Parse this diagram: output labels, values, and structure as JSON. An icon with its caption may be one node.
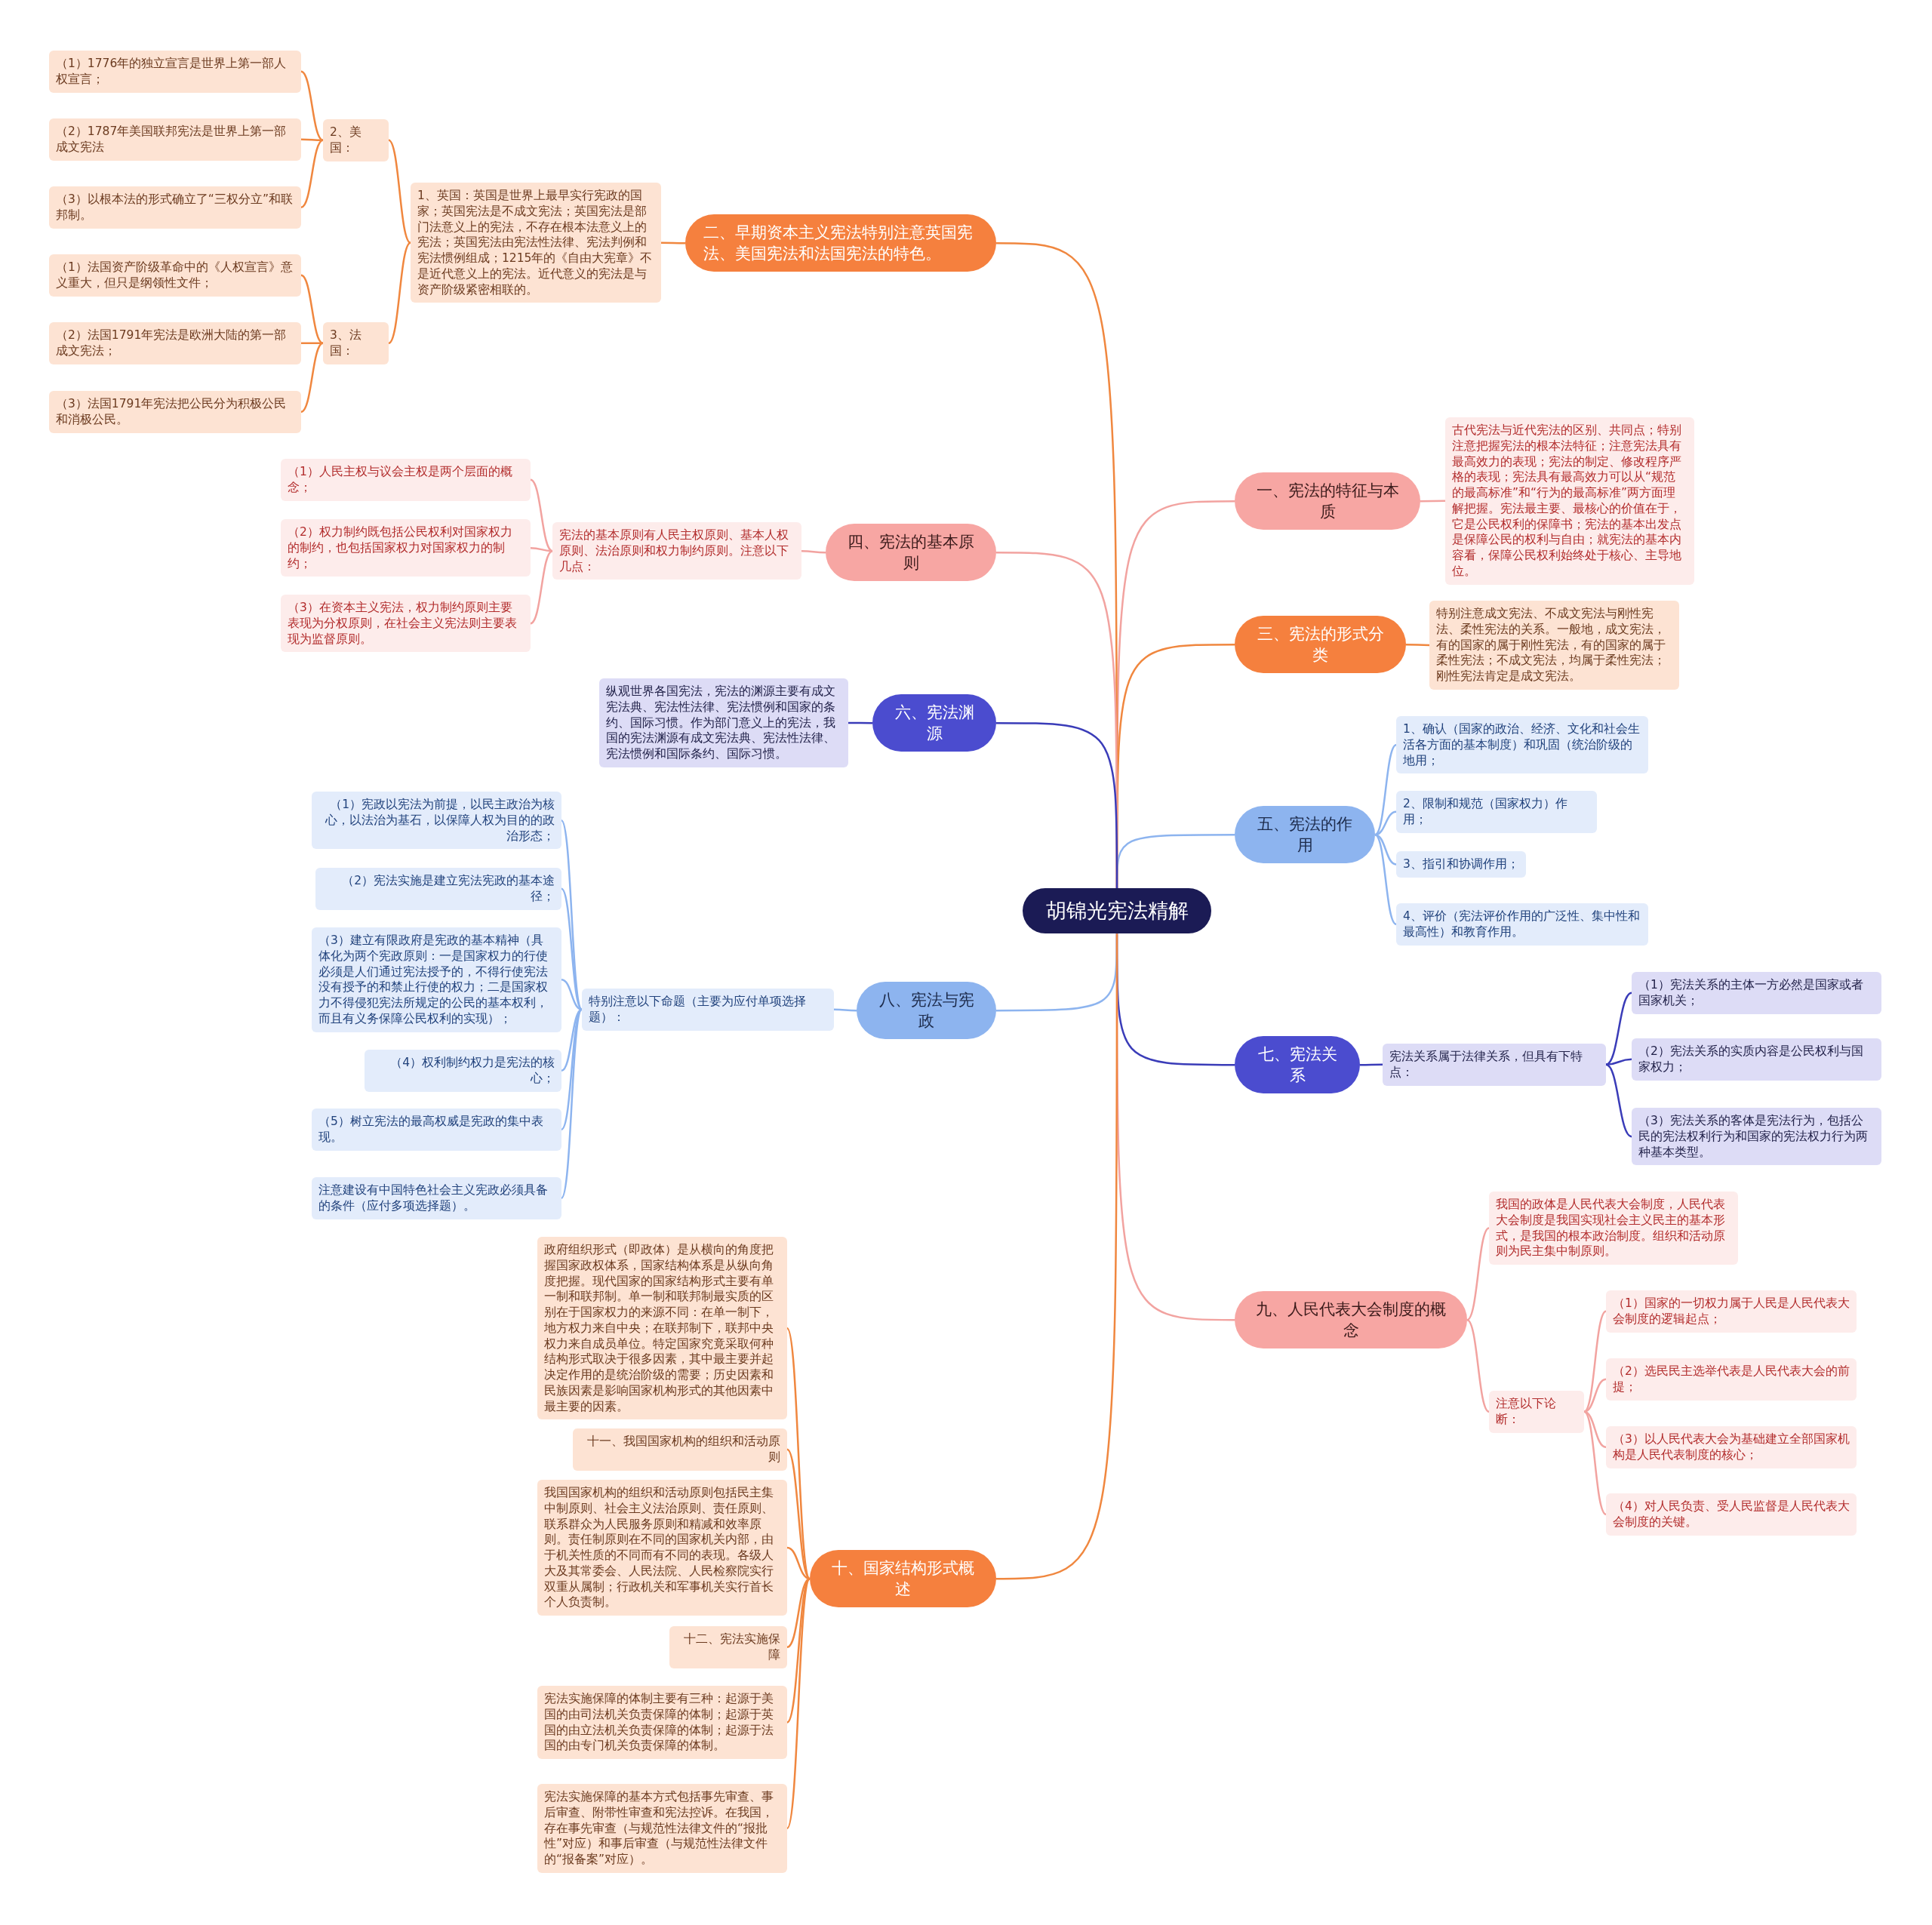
{
  "diagram": {
    "nodes": [
      {
        "text": [
          "胡锦光宪法精解"
        ]
      },
      {
        "text": [
          "一、宪法的特征与本质"
        ]
      },
      {
        "text": [
          "古代宪法与近代宪法的区别、共同点；特别注意把握宪法的根本法特征；注意宪法具有最高效力的表现；宪法的制定、修改程序严格的表现；宪法具有最高效力可以从“规范的最高标准”和“行为的最高标准”两方面理解把握。宪法最主要、最核心的价值在于，它是公民权利的保障书；宪法的基本出发点是保障公民的权利与自由；就宪法的基本内容看，保障公民权利始终处于核心、主导地位。"
        ]
      },
      {
        "text": [
          "三、宪法的形式分类"
        ]
      },
      {
        "text": [
          "特别注意成文宪法、不成文宪法与刚性宪法、柔性宪法的关系。一般地，成文宪法，有的国家的属于刚性宪法，有的国家的属于柔性宪法；不成文宪法，均属于柔性宪法；刚性宪法肯定是成文宪法。"
        ]
      },
      {
        "text": [
          "五、宪法的作用"
        ]
      },
      {
        "text": [
          "1、确认（国家的政治、经济、文化和社会生活各方面的基本制度）和巩固（统治阶级的地用；"
        ]
      },
      {
        "text": [
          "2、限制和规范（国家权力）作用；"
        ]
      },
      {
        "text": [
          "3、指引和协调作用；"
        ]
      },
      {
        "text": [
          "4、评价（宪法评价作用的广泛性、集中性和最高性）和教育作用。"
        ]
      },
      {
        "text": [
          "七、宪法关系"
        ]
      },
      {
        "text": [
          "宪法关系属于法律关系，但具有下特点："
        ]
      },
      {
        "text": [
          "（1）宪法关系的主体一方必然是国家或者国家机关；"
        ]
      },
      {
        "text": [
          "（2）宪法关系的实质内容是公民权利与国家权力；"
        ]
      },
      {
        "text": [
          "（3）宪法关系的客体是宪法行为，包括公民的宪法权利行为和国家的宪法权力行为两种基本类型。"
        ]
      },
      {
        "text": [
          "九、人民代表大会制度的概念"
        ]
      },
      {
        "text": [
          "我国的政体是人民代表大会制度，人民代表大会制度是我国实现社会主义民主的基本形式，是我国的根本政治制度。组织和活动原则为民主集中制原则。"
        ]
      },
      {
        "text": [
          "注意以下论断："
        ]
      },
      {
        "text": [
          "（1）国家的一切权力属于人民是人民代表大会制度的逻辑起点；"
        ]
      },
      {
        "text": [
          "（2）选民民主选举代表是人民代表大会的前提；"
        ]
      },
      {
        "text": [
          "（3）以人民代表大会为基础建立全部国家机构是人民代表制度的核心；"
        ]
      },
      {
        "text": [
          "（4）对人民负责、受人民监督是人民代表大会制度的关键。"
        ]
      },
      {
        "text": [
          "二、早期资本主义宪法特别注意英国宪法、美国宪法和法国宪法的特色。"
        ]
      },
      {
        "text": [
          "1、英国：英国是世界上最早实行宪政的国家；英国宪法是不成文宪法；英国宪法是部门法意义上的宪法，不存在根本法意义上的宪法；英国宪法由宪法性法律、宪法判例和宪法惯例组成；1215年的《自由大宪章》不是近代意义上的宪法。近代意义的宪法是与资产阶级紧密相联的。"
        ]
      },
      {
        "text": [
          "2、美国："
        ]
      },
      {
        "text": [
          "（1）1776年的独立宣言是世界上第一部人权宣言；"
        ]
      },
      {
        "text": [
          "（2）1787年美国联邦宪法是世界上第一部成文宪法"
        ]
      },
      {
        "text": [
          "（3）以根本法的形式确立了“三权分立”和联邦制。"
        ]
      },
      {
        "text": [
          "3、法国："
        ]
      },
      {
        "text": [
          "（1）法国资产阶级革命中的《人权宣言》意义重大，但只是纲领性文件；"
        ]
      },
      {
        "text": [
          "（2）法国1791年宪法是欧洲大陆的第一部成文宪法；"
        ]
      },
      {
        "text": [
          "（3）法国1791年宪法把公民分为积极公民和消极公民。"
        ]
      },
      {
        "text": [
          "四、宪法的基本原则"
        ]
      },
      {
        "text": [
          "宪法的基本原则有人民主权原则、基本人权原则、法治原则和权力制约原则。注意以下几点："
        ]
      },
      {
        "text": [
          "（1）人民主权与议会主权是两个层面的概念；"
        ]
      },
      {
        "text": [
          "（2）权力制约既包括公民权利对国家权力的制约，也包括国家权力对国家权力的制约；"
        ]
      },
      {
        "text": [
          "（3）在资本主义宪法，权力制约原则主要表现为分权原则，在社会主义宪法则主要表现为监督原则。"
        ]
      },
      {
        "text": [
          "六、宪法渊源"
        ]
      },
      {
        "text": [
          "纵观世界各国宪法，宪法的渊源主要有成文宪法典、宪法性法律、宪法惯例和国家的条约、国际习惯。作为部门意义上的宪法，我国的宪法渊源有成文宪法典、宪法性法律、宪法惯例和国际条约、国际习惯。"
        ]
      },
      {
        "text": [
          "八、宪法与宪政"
        ]
      },
      {
        "text": [
          "特别注意以下命题（主要为应付单项选择题）："
        ]
      },
      {
        "text": [
          "（1）宪政以宪法为前提，以民主政治为核心，以法治为基石，以保障人权为目的的政治形态；"
        ]
      },
      {
        "text": [
          "（2）宪法实施是建立宪法宪政的基本途径；"
        ]
      },
      {
        "text": [
          "（3）建立有限政府是宪政的基本精神（具体化为两个宪政原则：一是国家权力的行使必须是人们通过宪法授予的，不得行使宪法没有授予的和禁止行使的权力；二是国家权力不得侵犯宪法所规定的公民的基本权利，而且有义务保障公民权利的实现）；"
        ]
      },
      {
        "text": [
          "（4）权利制约权力是宪法的核心；"
        ]
      },
      {
        "text": [
          "（5）树立宪法的最高权威是宪政的集中表现。"
        ]
      },
      {
        "text": [
          "注意建设有中国特色社会主义宪政必须具备的条件（应付多项选择题）。"
        ]
      },
      {
        "text": [
          "十、国家结构形式概述"
        ]
      },
      {
        "text": [
          "政府组织形式（即政体）是从横向的角度把握国家政权体系，国家结构体系是从纵向角度把握。现代国家的国家结构形式主要有单一制和联邦制。单一制和联邦制最实质的区别在于国家权力的来源不同：在单一制下，地方权力来自中央；在联邦制下，联邦中央权力来自成员单位。特定国家究竟采取何种结构形式取决于很多因素，其中最主要并起决定作用的是统治阶级的需要；历史因素和民族因素是影响国家机构形式的其他因素中最主要的因素。"
        ]
      },
      {
        "text": [
          "十一、我国国家机构的组织和活动原则"
        ]
      },
      {
        "text": [
          "我国国家机构的组织和活动原则包括民主集中制原则、社会主义法治原则、责任原则、联系群众为人民服务原则和精减和效率原则。责任制原则在不同的国家机关内部，由于机关性质的不同而有不同的表现。各级人大及其常委会、人民法院、人民检察院实行双重从属制；行政机关和军事机关实行首长个人负责制。"
        ]
      },
      {
        "text": [
          "十二、宪法实施保障"
        ]
      },
      {
        "text": [
          "宪法实施保障的体制主要有三种：起源于美国的由司法机关负责保障的体制；起源于英国的由立法机关负责保障的体制；起源于法国的由专门机关负责保障的体制。"
        ]
      },
      {
        "text": [
          "宪法实施保障的基本方式包括事先审查、事后审查、附带性审查和宪法控诉。在我国，存在事先审查（与规范性法律文件的“报批性”对应）和事后审查（与规范性法律文件的“报备案”对应）。"
        ]
      }
    ],
    "edges": [
      {
        "from": 0,
        "to": 1,
        "arrow": "none",
        "color": "#f2a3a0"
      },
      {
        "from": 1,
        "to": 2,
        "arrow": "none",
        "color": "#f2a3a0"
      },
      {
        "from": 0,
        "to": 3,
        "arrow": "none"
      },
      {
        "from": 3,
        "to": 4,
        "arrow": "none"
      },
      {
        "from": 0,
        "to": 5,
        "arrow": "none",
        "color": "#8db4ef"
      },
      {
        "from": 5,
        "to": 6,
        "arrow": "none",
        "color": "#8db4ef"
      },
      {
        "from": 5,
        "to": 7,
        "arrow": "none",
        "color": "#8db4ef"
      },
      {
        "from": 5,
        "to": 8,
        "arrow": "none",
        "color": "#8db4ef"
      },
      {
        "from": 5,
        "to": 9,
        "arrow": "none",
        "color": "#8db4ef"
      },
      {
        "from": 0,
        "to": 10,
        "arrow": "none",
        "color": "#3a3cb8"
      },
      {
        "from": 10,
        "to": 11,
        "arrow": "none",
        "color": "#3a3cb8"
      },
      {
        "from": 11,
        "to": 12,
        "arrow": "none",
        "color": "#3a3cb8"
      },
      {
        "from": 11,
        "to": 13,
        "arrow": "none",
        "color": "#3a3cb8"
      },
      {
        "from": 11,
        "to": 14,
        "arrow": "none",
        "color": "#3a3cb8"
      },
      {
        "from": 0,
        "to": 15,
        "arrow": "none",
        "color": "#f2a3a0"
      },
      {
        "from": 15,
        "to": 16,
        "arrow": "none",
        "color": "#f2a3a0"
      },
      {
        "from": 15,
        "to": 17,
        "arrow": "none",
        "color": "#f2a3a0"
      },
      {
        "from": 17,
        "to": 18,
        "arrow": "none",
        "color": "#f2a3a0"
      },
      {
        "from": 17,
        "to": 19,
        "arrow": "none",
        "color": "#f2a3a0"
      },
      {
        "from": 17,
        "to": 20,
        "arrow": "none",
        "color": "#f2a3a0"
      },
      {
        "from": 17,
        "to": 21,
        "arrow": "none",
        "color": "#f2a3a0"
      },
      {
        "from": 0,
        "to": 22,
        "arrow": "none"
      },
      {
        "from": 22,
        "to": 23,
        "arrow": "none"
      },
      {
        "from": 23,
        "to": 24,
        "arrow": "none"
      },
      {
        "from": 24,
        "to": 25,
        "arrow": "none"
      },
      {
        "from": 24,
        "to": 26,
        "arrow": "none"
      },
      {
        "from": 24,
        "to": 27,
        "arrow": "none"
      },
      {
        "from": 23,
        "to": 28,
        "arrow": "none"
      },
      {
        "from": 28,
        "to": 29,
        "arrow": "none"
      },
      {
        "from": 28,
        "to": 30,
        "arrow": "none"
      },
      {
        "from": 28,
        "to": 31,
        "arrow": "none"
      },
      {
        "from": 0,
        "to": 32,
        "arrow": "none",
        "color": "#f2a3a0"
      },
      {
        "from": 32,
        "to": 33,
        "arrow": "none",
        "color": "#f2a3a0"
      },
      {
        "from": 33,
        "to": 34,
        "arrow": "none",
        "color": "#f2a3a0"
      },
      {
        "from": 33,
        "to": 35,
        "arrow": "none",
        "color": "#f2a3a0"
      },
      {
        "from": 33,
        "to": 36,
        "arrow": "none",
        "color": "#f2a3a0"
      },
      {
        "from": 0,
        "to": 37,
        "arrow": "none",
        "color": "#3a3cb8"
      },
      {
        "from": 37,
        "to": 38,
        "arrow": "none",
        "color": "#3a3cb8"
      },
      {
        "from": 0,
        "to": 39,
        "arrow": "none",
        "color": "#8db4ef"
      },
      {
        "from": 39,
        "to": 40,
        "arrow": "none",
        "color": "#8db4ef"
      },
      {
        "from": 40,
        "to": 41,
        "arrow": "none",
        "color": "#8db4ef"
      },
      {
        "from": 40,
        "to": 42,
        "arrow": "none",
        "color": "#8db4ef"
      },
      {
        "from": 40,
        "to": 43,
        "arrow": "none",
        "color": "#8db4ef"
      },
      {
        "from": 40,
        "to": 44,
        "arrow": "none",
        "color": "#8db4ef"
      },
      {
        "from": 40,
        "to": 45,
        "arrow": "none",
        "color": "#8db4ef"
      },
      {
        "from": 40,
        "to": 46,
        "arrow": "none",
        "color": "#8db4ef"
      },
      {
        "from": 0,
        "to": 47,
        "arrow": "none"
      },
      {
        "from": 47,
        "to": 48,
        "arrow": "none"
      },
      {
        "from": 47,
        "to": 49,
        "arrow": "none"
      },
      {
        "from": 47,
        "to": 50,
        "arrow": "none"
      },
      {
        "from": 47,
        "to": 51,
        "arrow": "none"
      },
      {
        "from": 47,
        "to": 52,
        "arrow": "none"
      },
      {
        "from": 47,
        "to": 53,
        "arrow": "none"
      }
    ]
  }
}
